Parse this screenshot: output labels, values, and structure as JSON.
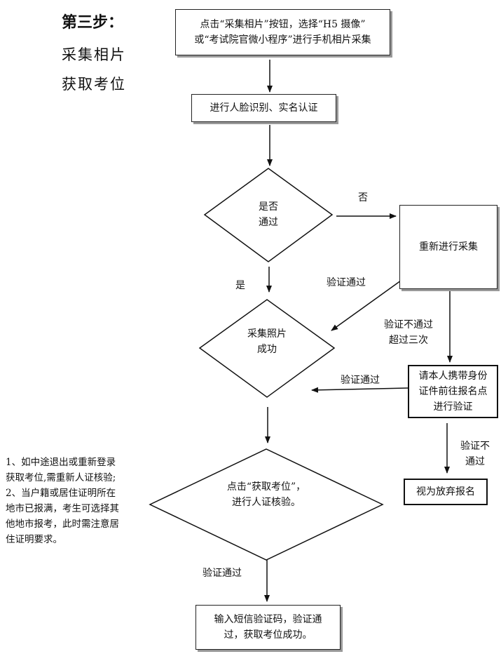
{
  "heading": {
    "step": "第三步：",
    "line1": "采集相片",
    "line2": "获取考位"
  },
  "boxes": {
    "collect": [
      "点击“采集相片”按钮，选择“H5 摄像”",
      "或“考试院官微小程序”进行手机相片采集"
    ],
    "verify_identity": "进行人脸识别、实名认证",
    "recollect": "重新进行采集",
    "onsite": [
      "请本人携带身份",
      "证件前往报名点",
      "进行验证"
    ],
    "abandon": "视为放弃报名",
    "sms": [
      "输入短信验证码，验证通",
      "过，获取考位成功。"
    ]
  },
  "diamonds": {
    "passed": [
      "是否",
      "通过"
    ],
    "photo_ok": [
      "采集照片",
      "成功"
    ],
    "get_seat": [
      "点击“获取考位”，",
      "进行人证核验。"
    ]
  },
  "edge_labels": {
    "no": "否",
    "yes": "是",
    "verify_pass_1": "验证通过",
    "fail_three": [
      "验证不通过",
      "超过三次"
    ],
    "verify_pass_2": "验证通过",
    "verify_fail": [
      "验证不",
      "通过"
    ],
    "verify_pass_3": "验证通过"
  },
  "notes": [
    "1、如中途退出或重新登录",
    "获取考位,需重新人证核验;",
    "2、当户籍或居住证明所在",
    "地市已报满，考生可选择其",
    "他地市报考，此时需注意居",
    "住证明要求。"
  ]
}
